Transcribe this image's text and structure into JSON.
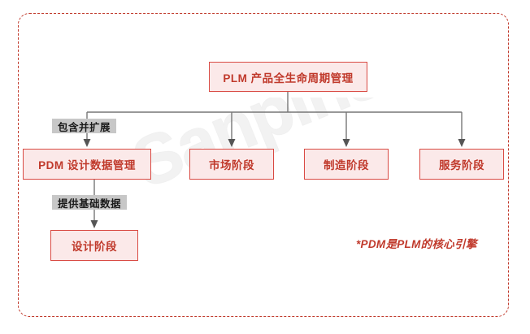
{
  "diagram": {
    "type": "tree",
    "watermark": "Sanpinsoft",
    "colors": {
      "node_fill": "#fbe9e9",
      "node_border": "#d94a43",
      "node_text": "#c0392b",
      "frame_border": "#c0392b",
      "edge_line": "#777777",
      "label_badge_bg": "#c7c7c7",
      "label_badge_text": "#1a1a1a",
      "background": "#ffffff"
    },
    "root": {
      "label": "PLM 产品全生命周期管理"
    },
    "edge_labels": {
      "include_extend": "包含并扩展",
      "provide_base_data": "提供基础数据"
    },
    "children": [
      {
        "label": "PDM 设计数据管理"
      },
      {
        "label": "市场阶段"
      },
      {
        "label": "制造阶段"
      },
      {
        "label": "服务阶段"
      }
    ],
    "grandchildren": [
      {
        "label": "设计阶段"
      }
    ],
    "footnote": "*PDM是PLM的核心引擎"
  }
}
